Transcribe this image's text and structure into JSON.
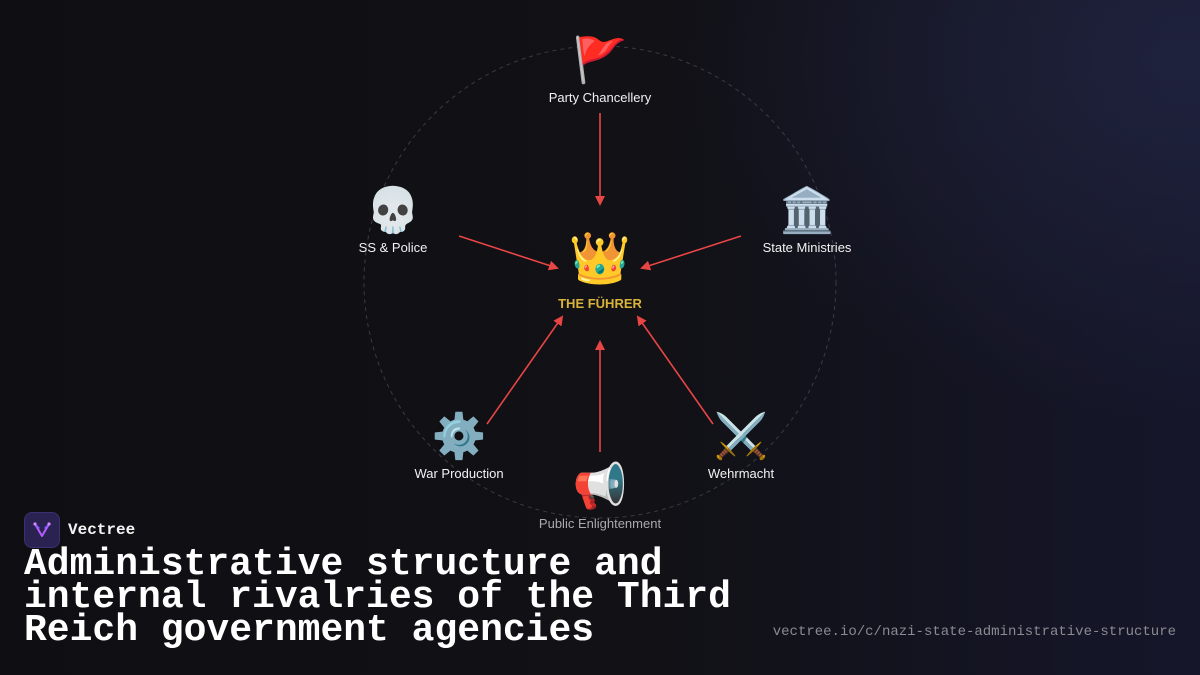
{
  "diagram": {
    "center": {
      "icon": "👑",
      "icon_name": "crown-icon",
      "label": "THE FÜHRER",
      "label_color": "#d9b43a"
    },
    "nodes": [
      {
        "key": "party",
        "icon": "🚩",
        "icon_name": "red-flag-icon",
        "label": "Party Chancellery"
      },
      {
        "key": "ss",
        "icon": "💀",
        "icon_name": "skull-icon",
        "label": "SS & Police"
      },
      {
        "key": "state",
        "icon": "🏛️",
        "icon_name": "classical-building-icon",
        "label": "State Ministries"
      },
      {
        "key": "war",
        "icon": "⚙️",
        "icon_name": "gear-icon",
        "label": "War Production"
      },
      {
        "key": "wehrmacht",
        "icon": "⚔️",
        "icon_name": "crossed-swords-icon",
        "label": "Wehrmacht"
      },
      {
        "key": "public",
        "icon": "📢",
        "icon_name": "megaphone-icon",
        "label": "Public Enlightenment"
      }
    ],
    "edges": [
      {
        "from": "party",
        "to": "center"
      },
      {
        "from": "ss",
        "to": "center"
      },
      {
        "from": "state",
        "to": "center"
      },
      {
        "from": "war",
        "to": "center"
      },
      {
        "from": "wehrmacht",
        "to": "center"
      },
      {
        "from": "public",
        "to": "center"
      }
    ],
    "arrow_color": "#e84545"
  },
  "brand": {
    "name": "Vectree",
    "accent": "#2a2250"
  },
  "title": "Administrative structure and internal rivalries of the Third Reich government agencies",
  "url": "vectree.io/c/nazi-state-administrative-structure"
}
